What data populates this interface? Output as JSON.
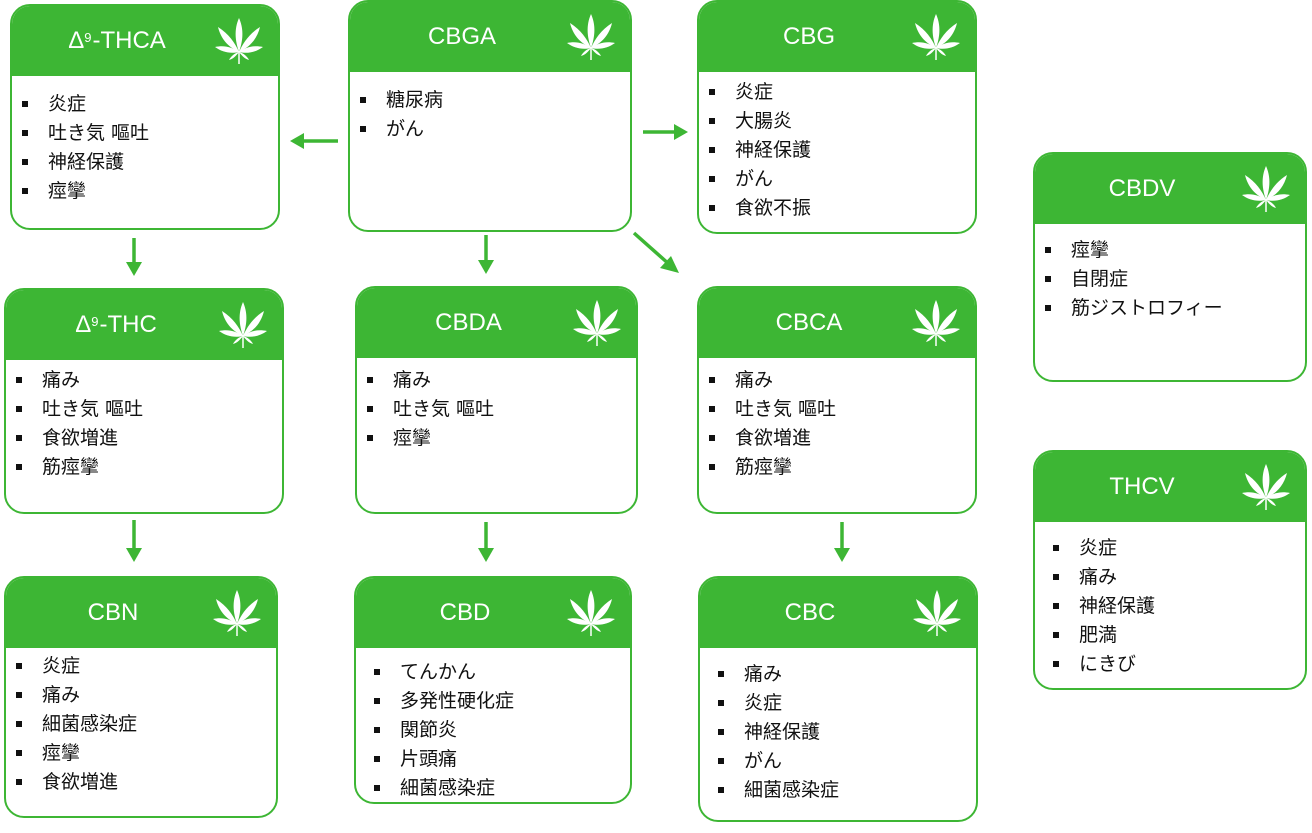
{
  "colors": {
    "accent": "#3db634",
    "text": "#111111",
    "background": "#ffffff"
  },
  "icon": "cannabis-leaf-icon",
  "cards": {
    "thca": {
      "sup": "9",
      "prefix": "Δ",
      "name": "-THCA",
      "items": [
        "炎症",
        "吐き気 嘔吐",
        "神経保護",
        "痙攣"
      ]
    },
    "cbga": {
      "name": "CBGA",
      "items": [
        "糖尿病",
        "がん"
      ]
    },
    "cbg": {
      "name": "CBG",
      "items": [
        "炎症",
        "大腸炎",
        "神経保護",
        "がん",
        "食欲不振"
      ]
    },
    "cbdv": {
      "name": "CBDV",
      "items": [
        "痙攣",
        "自閉症",
        "筋ジストロフィー"
      ]
    },
    "thc": {
      "sup": "9",
      "prefix": "Δ",
      "name": "-THC",
      "items": [
        "痛み",
        "吐き気 嘔吐",
        "食欲増進",
        "筋痙攣"
      ]
    },
    "cbda": {
      "name": "CBDA",
      "items": [
        "痛み",
        "吐き気 嘔吐",
        "痙攣"
      ]
    },
    "cbca": {
      "name": "CBCA",
      "items": [
        "痛み",
        "吐き気 嘔吐",
        "食欲増進",
        "筋痙攣"
      ]
    },
    "thcv": {
      "name": "THCV",
      "items": [
        "炎症",
        "痛み",
        "神経保護",
        "肥満",
        "にきび"
      ]
    },
    "cbn": {
      "name": "CBN",
      "items": [
        "炎症",
        "痛み",
        "細菌感染症",
        "痙攣",
        "食欲増進"
      ]
    },
    "cbd": {
      "name": "CBD",
      "items": [
        "てんかん",
        "多発性硬化症",
        "関節炎",
        "片頭痛",
        "細菌感染症"
      ]
    },
    "cbc": {
      "name": "CBC",
      "items": [
        "痛み",
        "炎症",
        "神経保護",
        "がん",
        "細菌感染症"
      ]
    }
  }
}
